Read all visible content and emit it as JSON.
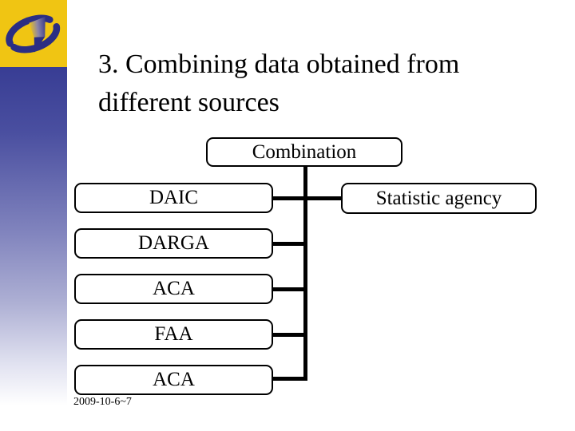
{
  "slide": {
    "title": "3. Combining data obtained from different sources",
    "footer_date": "2009-10-6~7"
  },
  "logo": {
    "icon": "swirl-logo-icon",
    "background_color": "#F0C513",
    "swirl_color": "#2B2E83"
  },
  "sidebar": {
    "gradient_top_color": "#383D94",
    "gradient_bottom_color": "#FFFFFF"
  },
  "diagram": {
    "root_label": "Combination",
    "left_nodes": [
      "DAIC",
      "DARGA",
      "ACA",
      "FAA",
      "ACA"
    ],
    "right_node": "Statistic agency",
    "line_color": "#000000"
  }
}
